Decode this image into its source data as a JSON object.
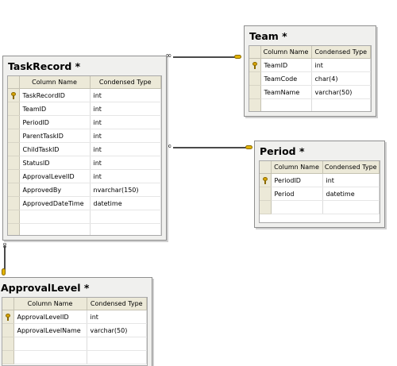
{
  "column_headers": {
    "name": "Column Name",
    "type": "Condensed Type"
  },
  "tables": {
    "task_record": {
      "title": "TaskRecord *",
      "columns": [
        {
          "name": "TaskRecordID",
          "type": "int",
          "pk": true
        },
        {
          "name": "TeamID",
          "type": "int"
        },
        {
          "name": "PeriodID",
          "type": "int"
        },
        {
          "name": "ParentTaskID",
          "type": "int"
        },
        {
          "name": "ChildTaskID",
          "type": "int"
        },
        {
          "name": "StatusID",
          "type": "int"
        },
        {
          "name": "ApprovalLevelID",
          "type": "int"
        },
        {
          "name": "ApprovedBy",
          "type": "nvarchar(150)"
        },
        {
          "name": "ApprovedDateTime",
          "type": "datetime"
        }
      ]
    },
    "team": {
      "title": "Team *",
      "columns": [
        {
          "name": "TeamID",
          "type": "int",
          "pk": true
        },
        {
          "name": "TeamCode",
          "type": "char(4)"
        },
        {
          "name": "TeamName",
          "type": "varchar(50)"
        }
      ]
    },
    "period": {
      "title": "Period *",
      "columns": [
        {
          "name": "PeriodID",
          "type": "int",
          "pk": true
        },
        {
          "name": "Period",
          "type": "datetime"
        }
      ]
    },
    "approval_level": {
      "title": "ApprovalLevel *",
      "columns": [
        {
          "name": "ApprovalLevelID",
          "type": "int",
          "pk": true
        },
        {
          "name": "ApprovalLevelName",
          "type": "varchar(50)"
        }
      ]
    }
  },
  "relationships": [
    {
      "from": "TaskRecord",
      "to": "Team",
      "from_end": "many",
      "to_end": "key"
    },
    {
      "from": "TaskRecord",
      "to": "Period",
      "from_end": "many",
      "to_end": "key"
    },
    {
      "from": "TaskRecord",
      "to": "ApprovalLevel",
      "from_end": "many",
      "to_end": "key"
    }
  ],
  "icons": {
    "primary_key": "key-icon",
    "many_end": "infinity-icon"
  },
  "colors": {
    "box_bg": "#f0f0ee",
    "header_bg": "#ece9d8",
    "key": "#d9a400",
    "line": "#4a4a4a"
  }
}
